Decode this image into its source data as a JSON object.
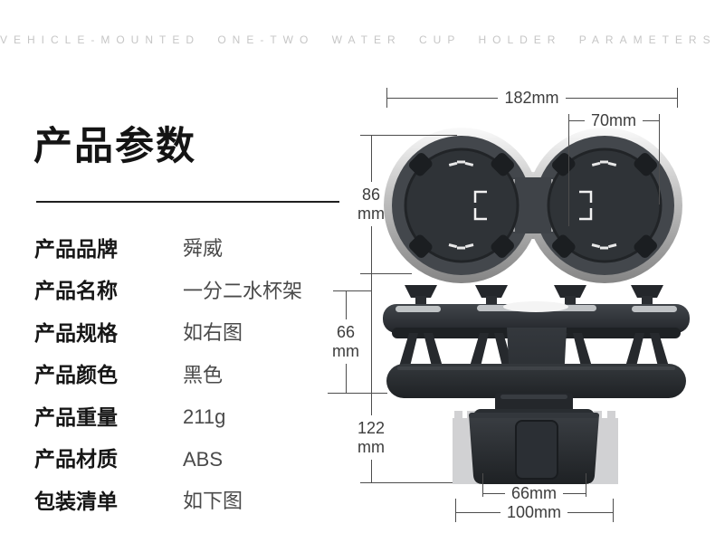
{
  "header": {
    "tagline": "VEHICLE-MOUNTED ONE-TWO WATER CUP HOLDER PARAMETERS"
  },
  "title_block": {
    "title": "产品参数"
  },
  "specs": [
    {
      "label": "产品品牌",
      "value": "舜威"
    },
    {
      "label": "产品名称",
      "value": "一分二水杯架"
    },
    {
      "label": "产品规格",
      "value": "如右图"
    },
    {
      "label": "产品颜色",
      "value": "黑色"
    },
    {
      "label": "产品重量",
      "value": "211g"
    },
    {
      "label": "产品材质",
      "value": "ABS"
    },
    {
      "label": "包装清单",
      "value": "如下图"
    }
  ],
  "figure": {
    "dim_width_total": "182mm",
    "dim_cup_diameter": "70mm",
    "dim_top_height": {
      "value": "86",
      "unit": "mm"
    },
    "dim_mid_height": {
      "value": "66",
      "unit": "mm"
    },
    "dim_base_height": {
      "value": "122",
      "unit": "mm"
    },
    "dim_base_inner_width": "66mm",
    "dim_base_outer_width": "100mm"
  },
  "colors": {
    "dimension_line": "#4d4d4d",
    "dimension_text": "#3d3d3d",
    "tagline_text": "#c6c6c6",
    "title_text": "#141414",
    "spec_value_text": "#4a4a4a",
    "product_dark": "#2b2f33",
    "product_chrome": "#c9c9c9",
    "ghost_part": "#c9cacc"
  }
}
